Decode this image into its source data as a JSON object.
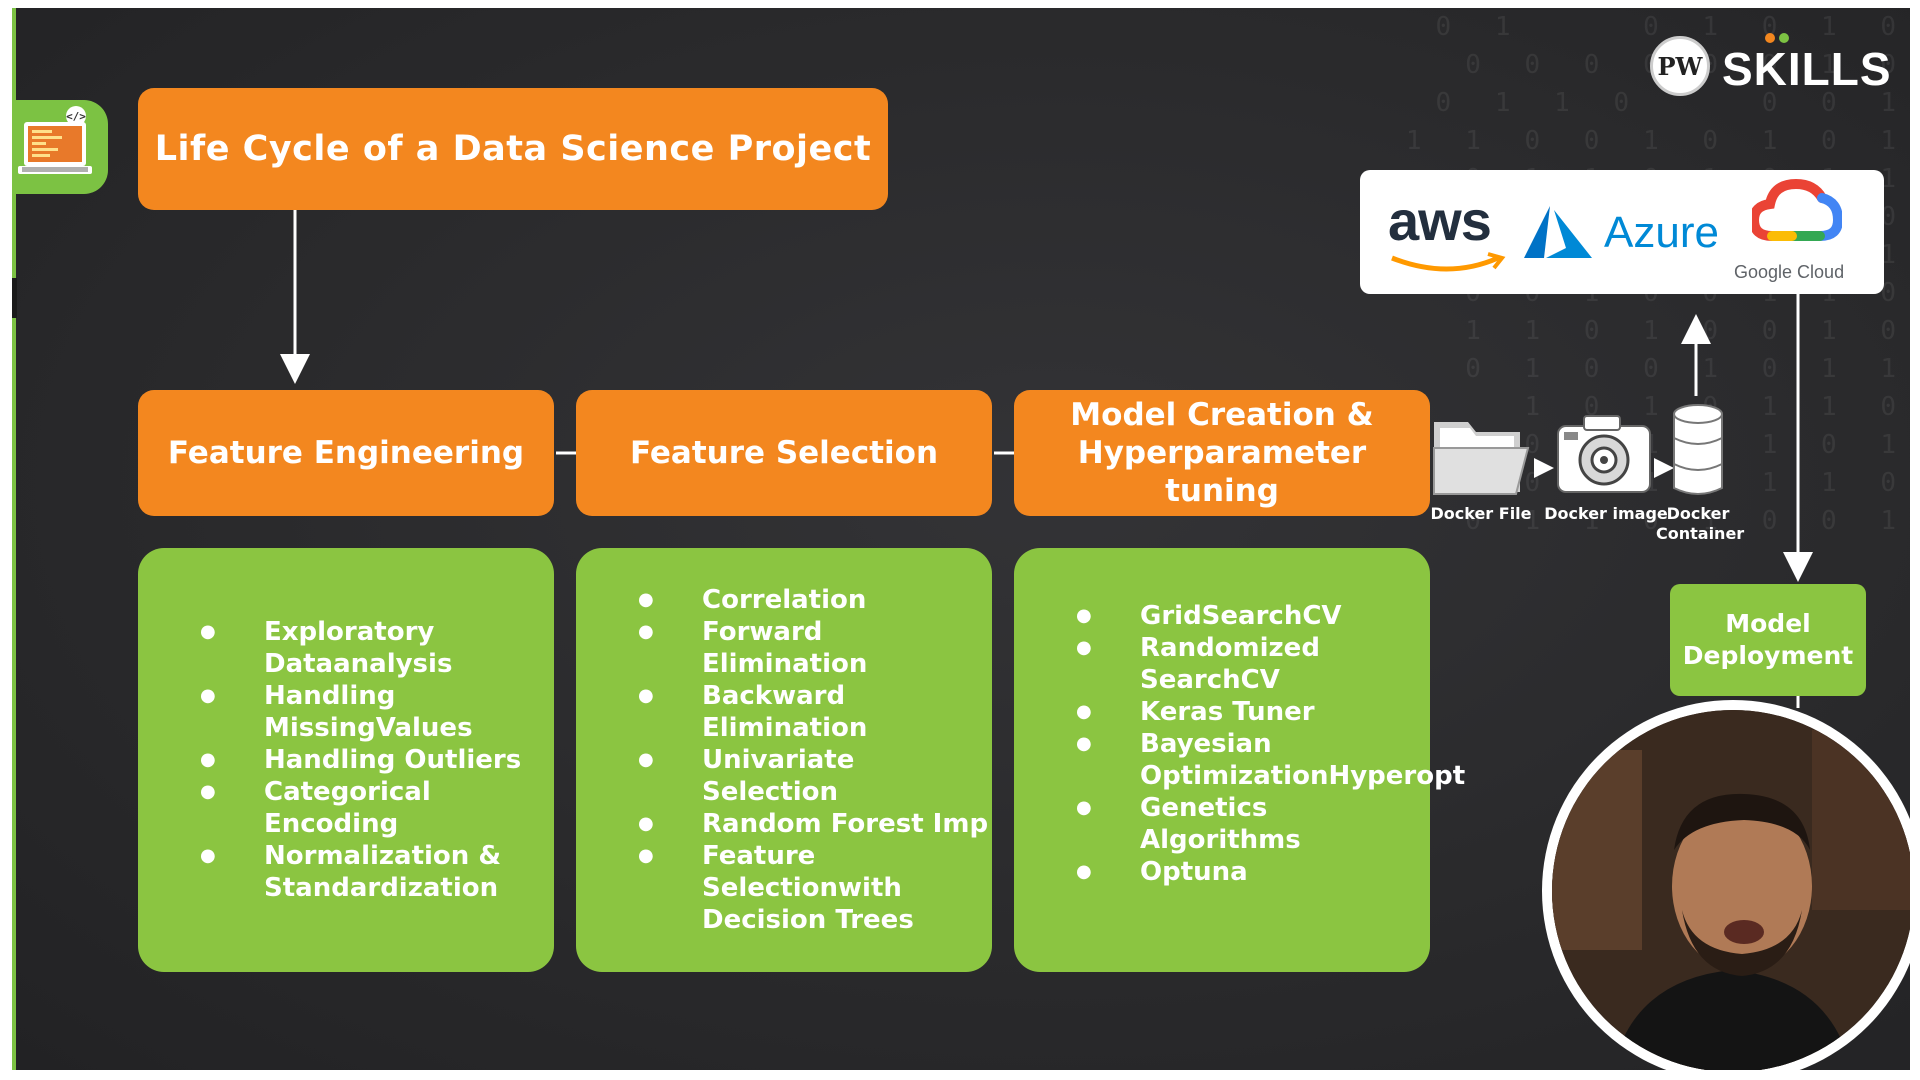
{
  "slide": {
    "title": "Life Cycle of a Data Science Project",
    "stages": [
      {
        "label": "Feature Engineering",
        "items": [
          "Exploratory Dataanalysis",
          "Handling MissingValues",
          "Handling Outliers",
          "Categorical Encoding",
          "Normalization & Standardization"
        ]
      },
      {
        "label": "Feature Selection",
        "items": [
          "Correlation",
          "Forward Elimination",
          "Backward Elimination",
          "Univariate Selection",
          "Random Forest Imp",
          "Feature Selectionwith Decision Trees"
        ]
      },
      {
        "label": "Model Creation & Hyperparameter tuning",
        "items": [
          "GridSearchCV",
          "Randomized SearchCV",
          "Keras Tuner",
          "Bayesian OptimizationHyperopt",
          "Genetics Algorithms",
          "Optuna"
        ]
      }
    ],
    "docker": {
      "file_label": "Docker File",
      "image_label": "Docker image",
      "container_label": "Docker Container"
    },
    "cloud": {
      "aws": "aws",
      "azure": "Azure",
      "google": "Google Cloud"
    },
    "deployment": "Model Deployment",
    "brand": {
      "logo": "PW",
      "name": "SKILLS"
    },
    "colors": {
      "orange": "#f3871f",
      "green": "#8bc541",
      "background": "#2a2a2c"
    }
  }
}
